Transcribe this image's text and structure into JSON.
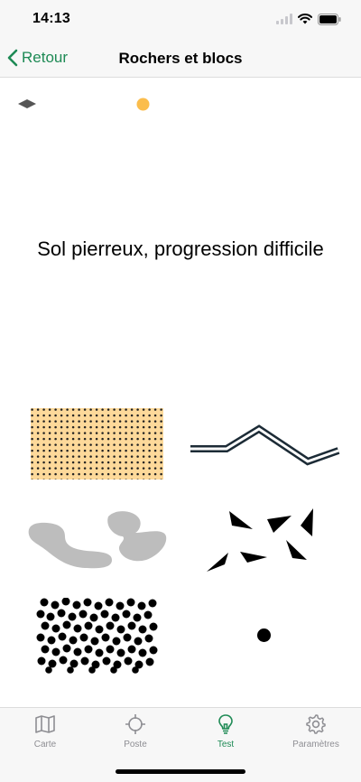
{
  "status_bar": {
    "time": "14:13"
  },
  "nav": {
    "back_label": "Retour",
    "title": "Rochers et blocs"
  },
  "main": {
    "question": "Sol pierreux, progression difficile"
  },
  "symbols": [
    {
      "name": "stony-ground-dotted-area"
    },
    {
      "name": "impassable-cliff-double-line"
    },
    {
      "name": "gray-boulder-shapes"
    },
    {
      "name": "black-triangles-boulder-field"
    },
    {
      "name": "dense-black-dots-stony-ground"
    },
    {
      "name": "single-black-dot-boulder"
    }
  ],
  "tabs": [
    {
      "label": "Carte",
      "icon": "map-icon"
    },
    {
      "label": "Poste",
      "icon": "crosshair-icon"
    },
    {
      "label": "Test",
      "icon": "lightbulb-icon",
      "active": true
    },
    {
      "label": "Paramètres",
      "icon": "gear-icon"
    }
  ],
  "colors": {
    "accent": "#1e8a55",
    "dotted_fill": "#fdd99a",
    "gray_rock": "#bdbdbd",
    "orange_dot": "#fbbd4c"
  }
}
